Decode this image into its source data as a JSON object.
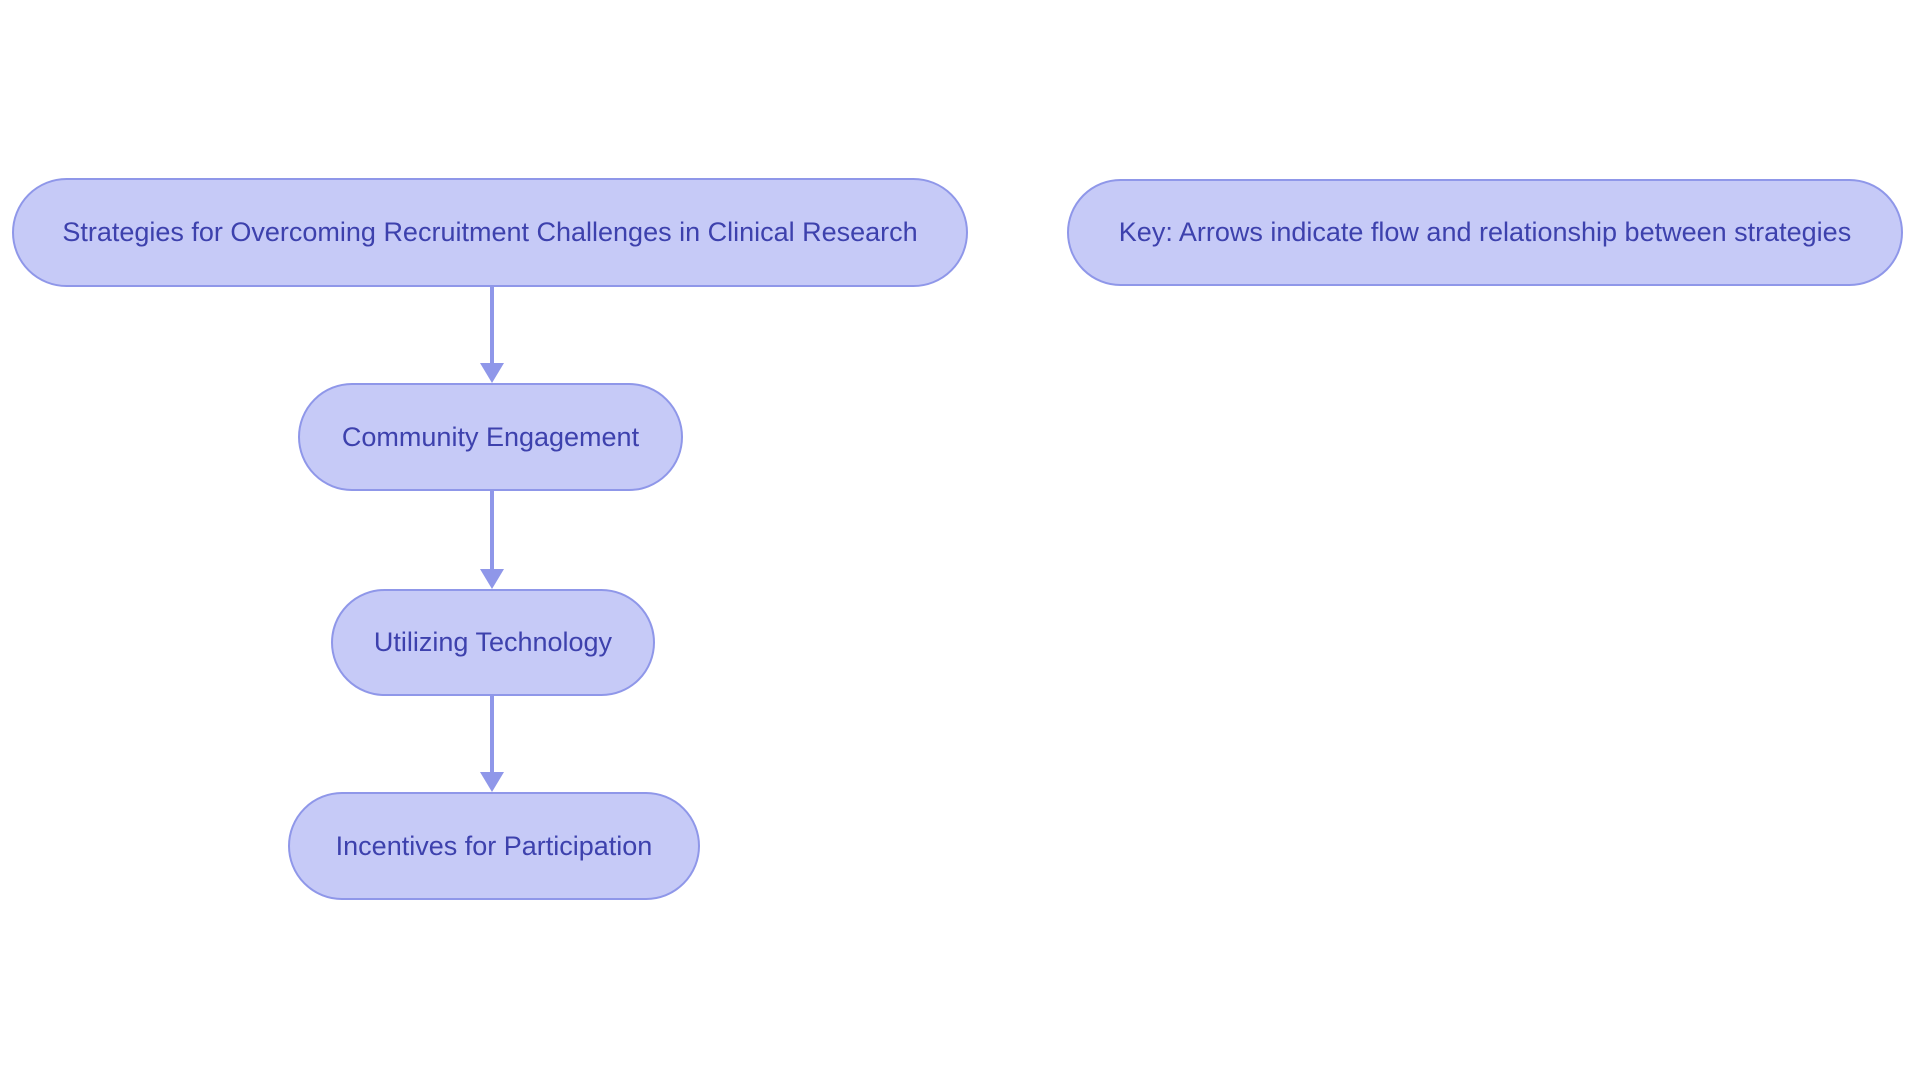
{
  "diagram": {
    "title_node": {
      "label": "Strategies for Overcoming Recruitment Challenges in Clinical Research"
    },
    "key_node": {
      "label": "Key: Arrows indicate flow and relationship between strategies"
    },
    "flow_nodes": [
      {
        "label": "Community Engagement"
      },
      {
        "label": "Utilizing Technology"
      },
      {
        "label": "Incentives for Participation"
      }
    ],
    "edges": [
      {
        "from": "Strategies for Overcoming Recruitment Challenges in Clinical Research",
        "to": "Community Engagement"
      },
      {
        "from": "Community Engagement",
        "to": "Utilizing Technology"
      },
      {
        "from": "Utilizing Technology",
        "to": "Incentives for Participation"
      }
    ],
    "colors": {
      "node_fill": "#c6caf7",
      "node_border": "#8f97e9",
      "node_text": "#3d41ad",
      "arrow": "#8f97e9",
      "background": "#ffffff"
    }
  }
}
